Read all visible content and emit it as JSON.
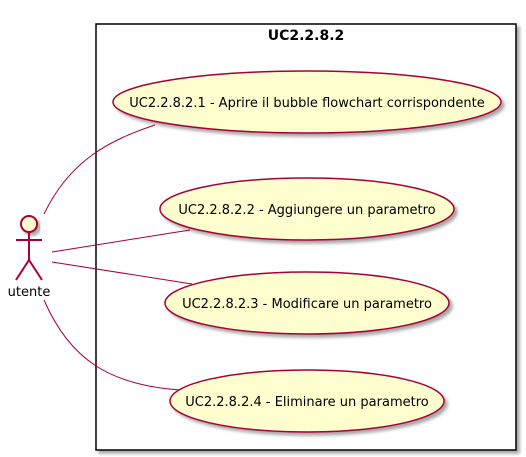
{
  "diagram": {
    "system_title": "UC2.2.8.2",
    "actor": {
      "name": "utente"
    },
    "use_cases": [
      {
        "id": "uc1",
        "label": "UC2.2.8.2.1 - Aprire il bubble flowchart corrispondente"
      },
      {
        "id": "uc2",
        "label": "UC2.2.8.2.2 - Aggiungere un parametro"
      },
      {
        "id": "uc3",
        "label": "UC2.2.8.2.3 - Modificare un parametro"
      },
      {
        "id": "uc4",
        "label": "UC2.2.8.2.4 - Eliminare un parametro"
      }
    ],
    "colors": {
      "stroke": "#A80036",
      "fill": "#FEFECE",
      "boundary": "#000000",
      "shadow": "#C8C8C8"
    }
  }
}
